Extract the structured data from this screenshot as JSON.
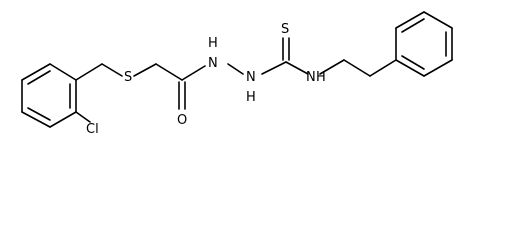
{
  "structure": {
    "labels": {
      "sulfur_thioether": "S",
      "oxygen": "O",
      "nh_amide": "H",
      "nh_amide_n": "N",
      "nh_hydrazine": "H",
      "nh_hydrazine_n": "N",
      "sulfur_thione": "S",
      "nh_amine": "N",
      "nh_amine_h": "H",
      "chlorine": "Cl"
    }
  }
}
